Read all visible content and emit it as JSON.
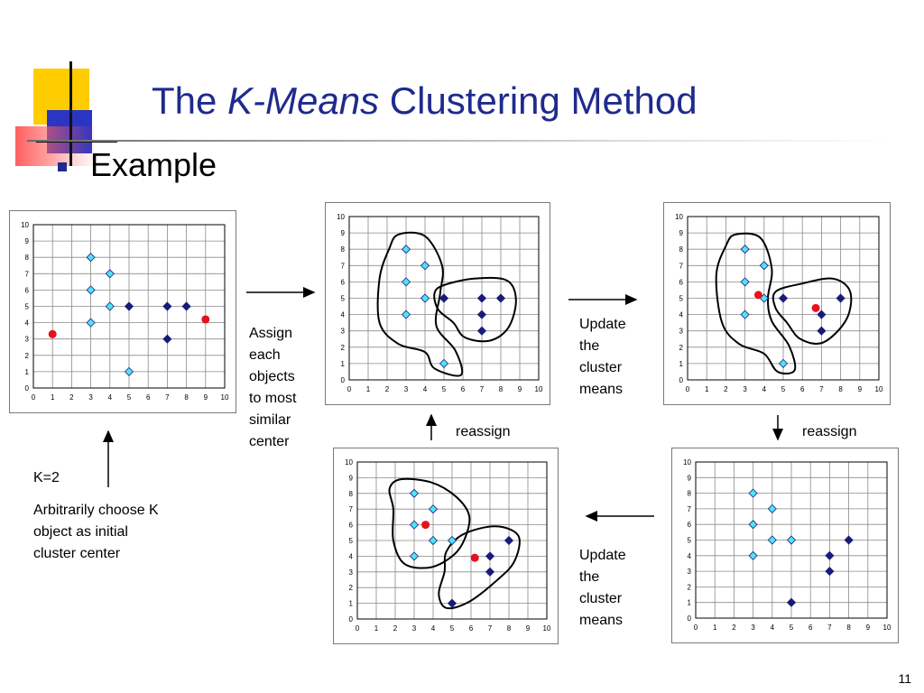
{
  "title": {
    "pre": "The ",
    "italic": "K-Means",
    "post": " Clustering Method"
  },
  "subtitle": "Example",
  "labels": {
    "assign": [
      "Assign",
      "each",
      "objects",
      "to most",
      "similar",
      "center"
    ],
    "update_top": [
      "Update",
      "the",
      "cluster",
      "means"
    ],
    "update_bottom": [
      "Update",
      "the",
      "cluster",
      "means"
    ],
    "reassign_left": "reassign",
    "reassign_right": "reassign",
    "k": "K=2",
    "arbitrary": [
      "Arbitrarily choose K",
      "object as initial",
      "cluster center"
    ]
  },
  "page_number": "11",
  "colors": {
    "title": "#1f2a8c",
    "cyan_point": "#4fe3f5",
    "navy_point": "#1a1a7a",
    "center": "#e8101a"
  },
  "chart_data": [
    {
      "type": "scatter",
      "panel": "initial",
      "xlim": [
        0,
        10
      ],
      "ylim": [
        0,
        10
      ],
      "xticks": [
        0,
        1,
        2,
        3,
        4,
        5,
        6,
        7,
        8,
        9,
        10
      ],
      "yticks": [
        0,
        1,
        2,
        3,
        4,
        5,
        6,
        7,
        8,
        9,
        10
      ],
      "grid": true,
      "cyan": [
        [
          3,
          8
        ],
        [
          3,
          6
        ],
        [
          3,
          4
        ],
        [
          4,
          7
        ],
        [
          4,
          5
        ],
        [
          5,
          1
        ]
      ],
      "navy": [
        [
          5,
          5
        ],
        [
          7,
          5
        ],
        [
          8,
          5
        ],
        [
          7,
          3
        ]
      ],
      "centers": [
        [
          1,
          3.3
        ],
        [
          9,
          4.2
        ]
      ],
      "boundaries": []
    },
    {
      "type": "scatter",
      "panel": "assigned",
      "xlim": [
        0,
        10
      ],
      "ylim": [
        0,
        10
      ],
      "xticks": [
        0,
        1,
        2,
        3,
        4,
        5,
        6,
        7,
        8,
        9,
        10
      ],
      "yticks": [
        0,
        1,
        2,
        3,
        4,
        5,
        6,
        7,
        8,
        9,
        10
      ],
      "grid": true,
      "cyan": [
        [
          3,
          8
        ],
        [
          3,
          6
        ],
        [
          3,
          4
        ],
        [
          4,
          7
        ],
        [
          4,
          5
        ],
        [
          5,
          1
        ]
      ],
      "navy": [
        [
          5,
          5
        ],
        [
          7,
          5
        ],
        [
          8,
          5
        ],
        [
          7,
          4
        ],
        [
          7,
          3
        ]
      ],
      "centers": [],
      "boundaries": [
        [
          [
            2.6,
            8.9
          ],
          [
            4,
            8.8
          ],
          [
            4.9,
            7
          ],
          [
            4.8,
            5.3
          ],
          [
            4.6,
            3.3
          ],
          [
            5.6,
            1.8
          ],
          [
            5.9,
            0.3
          ],
          [
            4.5,
            0.7
          ],
          [
            4,
            1.7
          ],
          [
            2.6,
            2.2
          ],
          [
            1.6,
            3.5
          ],
          [
            1.6,
            6.2
          ],
          [
            2.1,
            8
          ]
        ],
        [
          [
            5,
            5.8
          ],
          [
            6.6,
            6.2
          ],
          [
            8.3,
            6.1
          ],
          [
            8.8,
            4.9
          ],
          [
            8.4,
            3.2
          ],
          [
            7.4,
            2.4
          ],
          [
            6.1,
            2.6
          ],
          [
            5.5,
            3.5
          ],
          [
            4.7,
            4.3
          ],
          [
            4.5,
            5.3
          ]
        ]
      ]
    },
    {
      "type": "scatter",
      "panel": "updated",
      "xlim": [
        0,
        10
      ],
      "ylim": [
        0,
        10
      ],
      "xticks": [
        0,
        1,
        2,
        3,
        4,
        5,
        6,
        7,
        8,
        9,
        10
      ],
      "yticks": [
        0,
        1,
        2,
        3,
        4,
        5,
        6,
        7,
        8,
        9,
        10
      ],
      "grid": true,
      "cyan": [
        [
          3,
          8
        ],
        [
          3,
          6
        ],
        [
          3,
          4
        ],
        [
          4,
          7
        ],
        [
          4,
          5
        ],
        [
          5,
          1
        ]
      ],
      "navy": [
        [
          5,
          5
        ],
        [
          8,
          5
        ],
        [
          7,
          4
        ],
        [
          7,
          3
        ]
      ],
      "centers": [
        [
          3.7,
          5.2
        ],
        [
          6.7,
          4.4
        ]
      ],
      "boundaries": [
        [
          [
            2.5,
            8.9
          ],
          [
            3.8,
            8.7
          ],
          [
            4.4,
            6.8
          ],
          [
            4.2,
            5
          ],
          [
            4.4,
            3.6
          ],
          [
            5.3,
            2.1
          ],
          [
            5.6,
            0.6
          ],
          [
            4.7,
            0.5
          ],
          [
            4,
            1.6
          ],
          [
            2.7,
            2.2
          ],
          [
            1.8,
            3.5
          ],
          [
            1.5,
            6.4
          ],
          [
            2,
            8.2
          ]
        ],
        [
          [
            4.6,
            5.4
          ],
          [
            6,
            5.9
          ],
          [
            7.6,
            6.2
          ],
          [
            8.5,
            5.4
          ],
          [
            8.3,
            3.7
          ],
          [
            7.1,
            2.3
          ],
          [
            5.9,
            2.5
          ],
          [
            5.2,
            3.5
          ],
          [
            4.6,
            4.4
          ]
        ]
      ]
    },
    {
      "type": "scatter",
      "panel": "reassigned",
      "xlim": [
        0,
        10
      ],
      "ylim": [
        0,
        10
      ],
      "xticks": [
        0,
        1,
        2,
        3,
        4,
        5,
        6,
        7,
        8,
        9,
        10
      ],
      "yticks": [
        0,
        1,
        2,
        3,
        4,
        5,
        6,
        7,
        8,
        9,
        10
      ],
      "grid": true,
      "cyan": [
        [
          3,
          8
        ],
        [
          3,
          6
        ],
        [
          3,
          4
        ],
        [
          4,
          7
        ],
        [
          4,
          5
        ],
        [
          5,
          5
        ]
      ],
      "navy": [
        [
          8,
          5
        ],
        [
          7,
          4
        ],
        [
          7,
          3
        ],
        [
          5,
          1
        ]
      ],
      "centers": [],
      "boundaries": []
    },
    {
      "type": "scatter",
      "panel": "final",
      "xlim": [
        0,
        10
      ],
      "ylim": [
        0,
        10
      ],
      "xticks": [
        0,
        1,
        2,
        3,
        4,
        5,
        6,
        7,
        8,
        9,
        10
      ],
      "yticks": [
        0,
        1,
        2,
        3,
        4,
        5,
        6,
        7,
        8,
        9,
        10
      ],
      "grid": true,
      "cyan": [
        [
          3,
          8
        ],
        [
          3,
          6
        ],
        [
          3,
          4
        ],
        [
          4,
          7
        ],
        [
          4,
          5
        ],
        [
          5,
          5
        ]
      ],
      "navy": [
        [
          8,
          5
        ],
        [
          7,
          4
        ],
        [
          7,
          3
        ],
        [
          5,
          1
        ]
      ],
      "centers": [
        [
          3.6,
          6
        ],
        [
          6.2,
          3.9
        ]
      ],
      "boundaries": [
        [
          [
            2.3,
            8.9
          ],
          [
            3.9,
            8.7
          ],
          [
            5.2,
            7.8
          ],
          [
            5.9,
            6.6
          ],
          [
            5.7,
            5.2
          ],
          [
            5.1,
            4.1
          ],
          [
            3.9,
            3.3
          ],
          [
            2.5,
            3.5
          ],
          [
            1.9,
            5
          ],
          [
            1.9,
            7
          ],
          [
            1.7,
            8.3
          ]
        ],
        [
          [
            4.7,
            4.3
          ],
          [
            5.6,
            5.4
          ],
          [
            7.3,
            5.9
          ],
          [
            8.5,
            5.3
          ],
          [
            8.3,
            3.7
          ],
          [
            7.4,
            2.5
          ],
          [
            5.9,
            1.1
          ],
          [
            4.7,
            0.7
          ],
          [
            4.3,
            1.6
          ],
          [
            4.6,
            3
          ]
        ]
      ]
    }
  ]
}
